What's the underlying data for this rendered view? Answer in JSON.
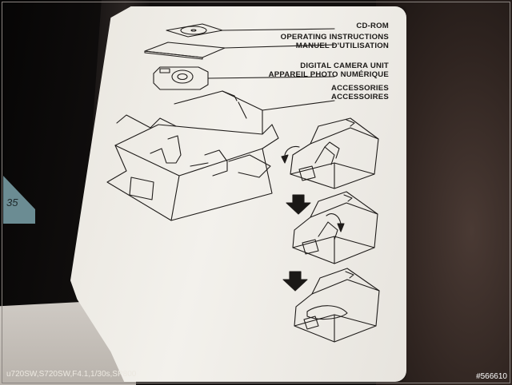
{
  "sheet": {
    "labels": {
      "cd": [
        "CD-ROM"
      ],
      "ops": [
        "OPERATING INSTRUCTIONS",
        "MANUEL D'UTILISATION"
      ],
      "cam": [
        "DIGITAL CAMERA UNIT",
        "APPAREIL PHOTO NUMÉRIQUE"
      ],
      "acc": [
        "ACCESSORIES",
        "ACCESSOIRES"
      ]
    }
  },
  "left_corner_text": "35",
  "caption_left": "u720SW,S720SW,F4.1,1/30s,SP800",
  "caption_right": "#566610"
}
